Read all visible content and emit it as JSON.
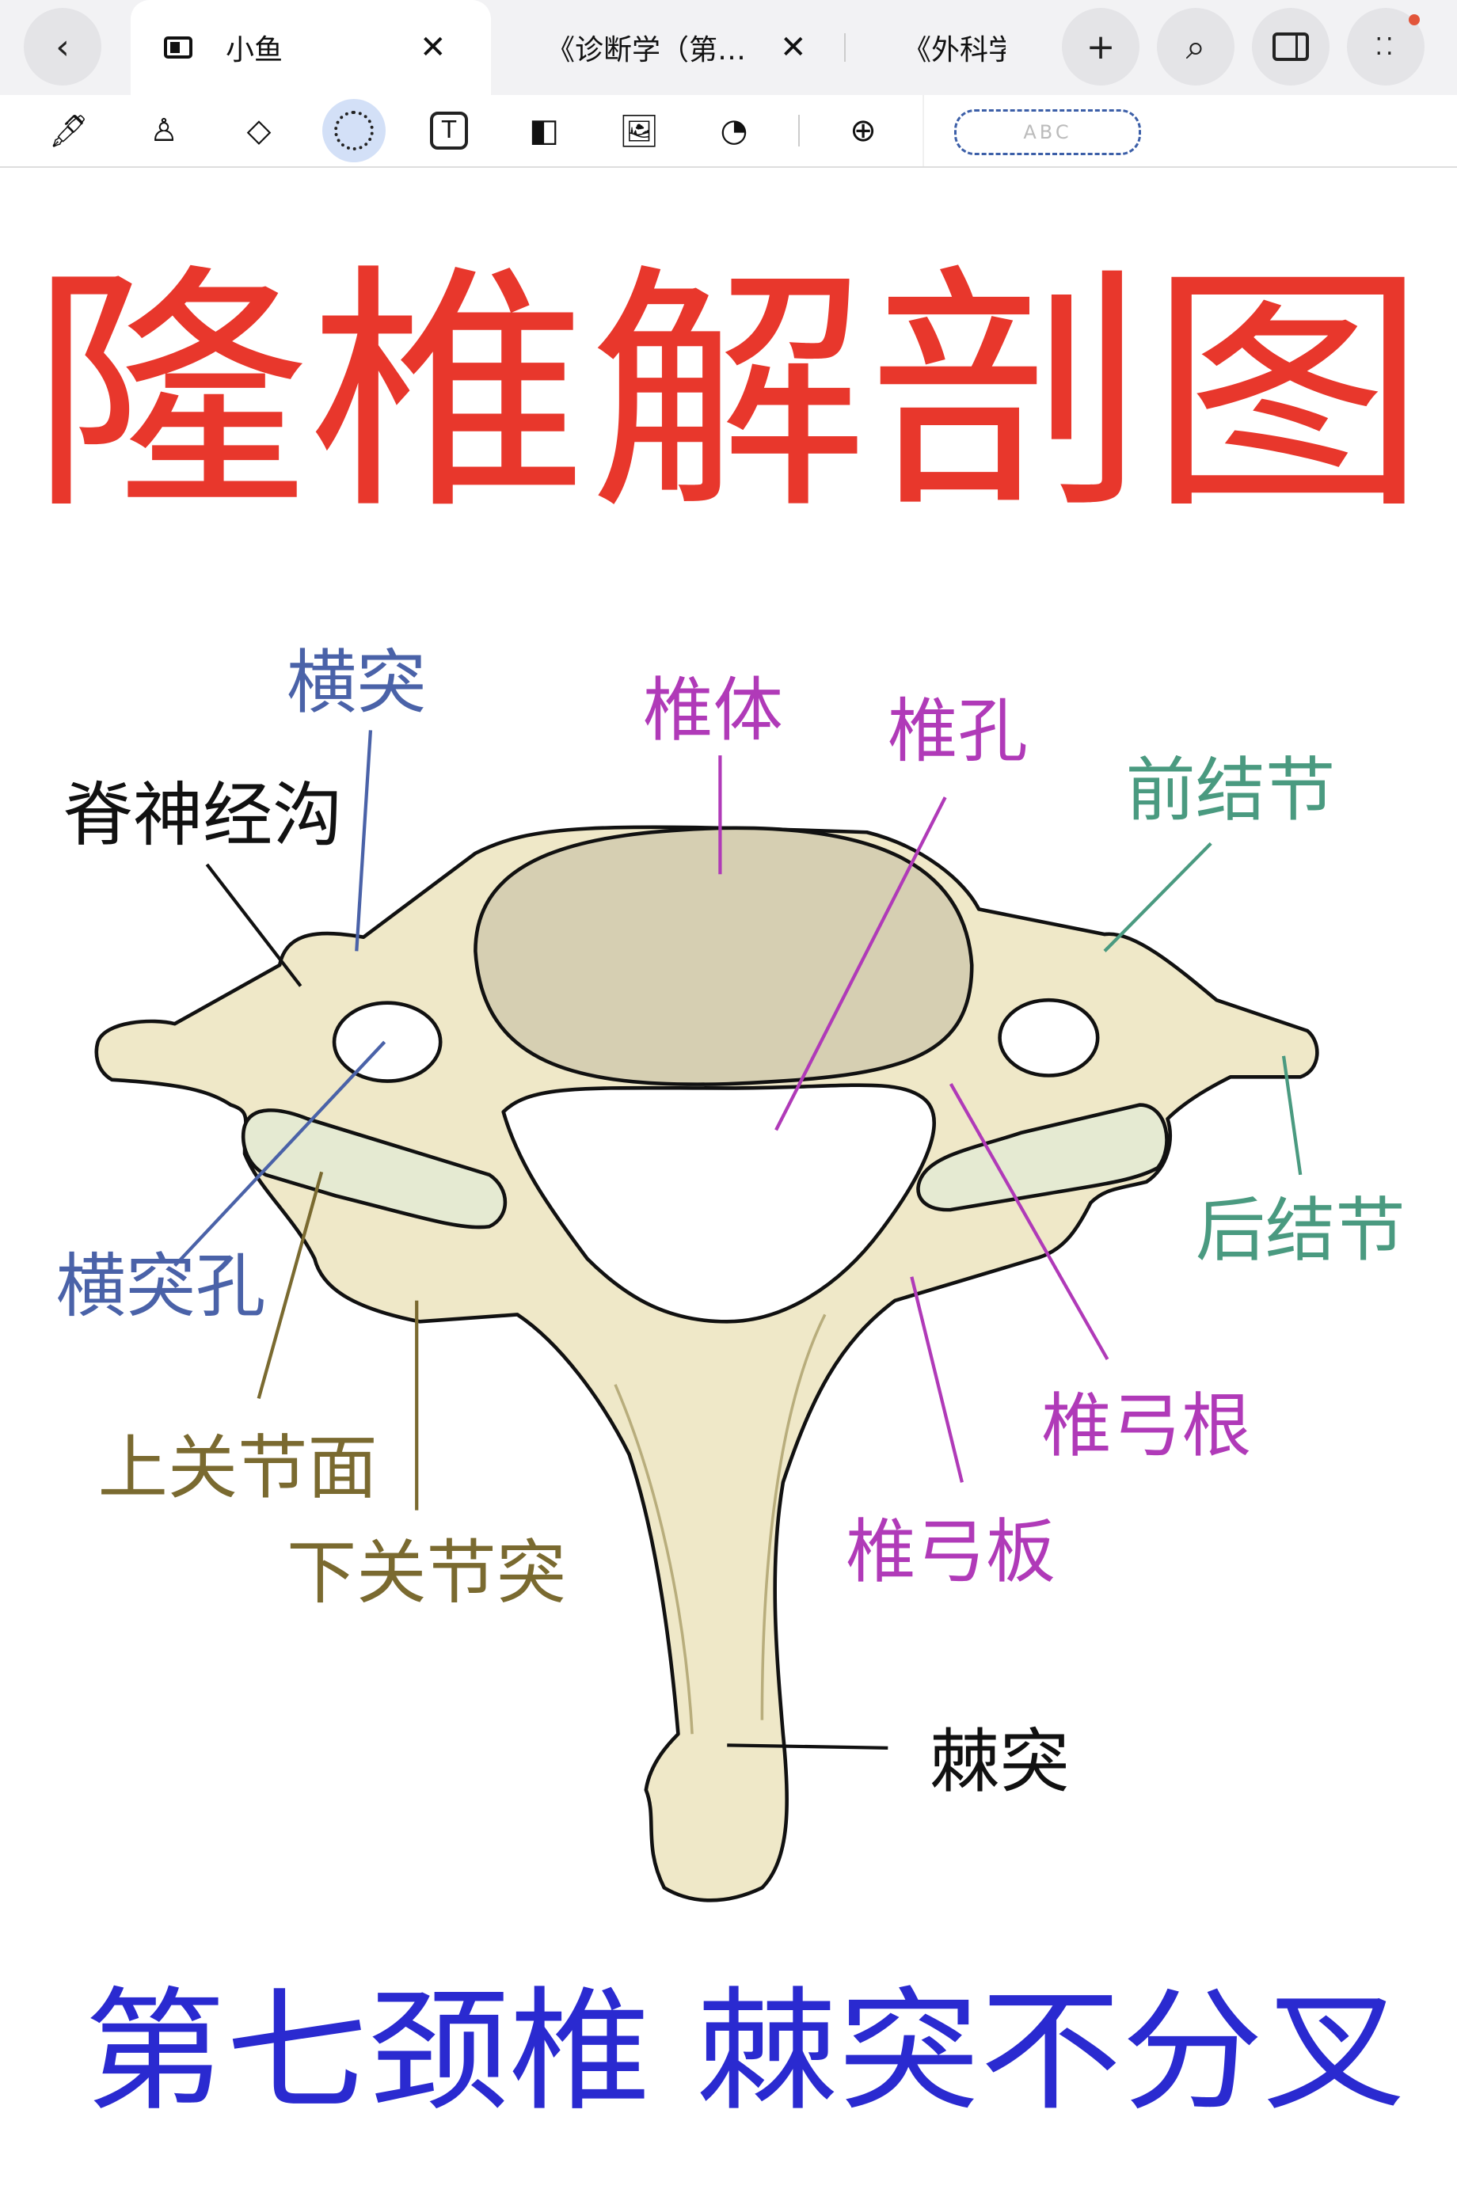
{
  "tabs": [
    {
      "label": "小鱼",
      "active": true
    },
    {
      "label": "《诊断学（第…",
      "active": false
    },
    {
      "label": "《外科学",
      "active": false
    }
  ],
  "toolbar": {
    "tools": [
      "pen",
      "highlighter",
      "eraser",
      "lasso",
      "text",
      "shapes",
      "image",
      "sticker",
      "zoom"
    ],
    "selected": "lasso",
    "handwriting_placeholder": "ABC"
  },
  "note": {
    "title": "隆椎解剖图",
    "labels": {
      "transverse_process": "横突",
      "spinal_nerve_groove": "脊神经沟",
      "vertebral_body": "椎体",
      "vertebral_foramen": "椎孔",
      "anterior_tubercle": "前结节",
      "posterior_tubercle": "后结节",
      "transverse_foramen": "横突孔",
      "pedicle": "椎弓根",
      "superior_articular_facet": "上关节面",
      "inferior_articular_process": "下关节突",
      "lamina": "椎弓板",
      "spinous_process": "棘突"
    },
    "footer": "第七颈椎 棘突不分叉"
  },
  "colors": {
    "title": "#e8372c",
    "blue_label": "#4a62a8",
    "magenta_label": "#b03ab8",
    "green_label": "#4a9a80",
    "olive_label": "#7a6a30",
    "footer": "#2a2ad0",
    "bone": "#efe8c8",
    "body": "#d6cfb2"
  }
}
